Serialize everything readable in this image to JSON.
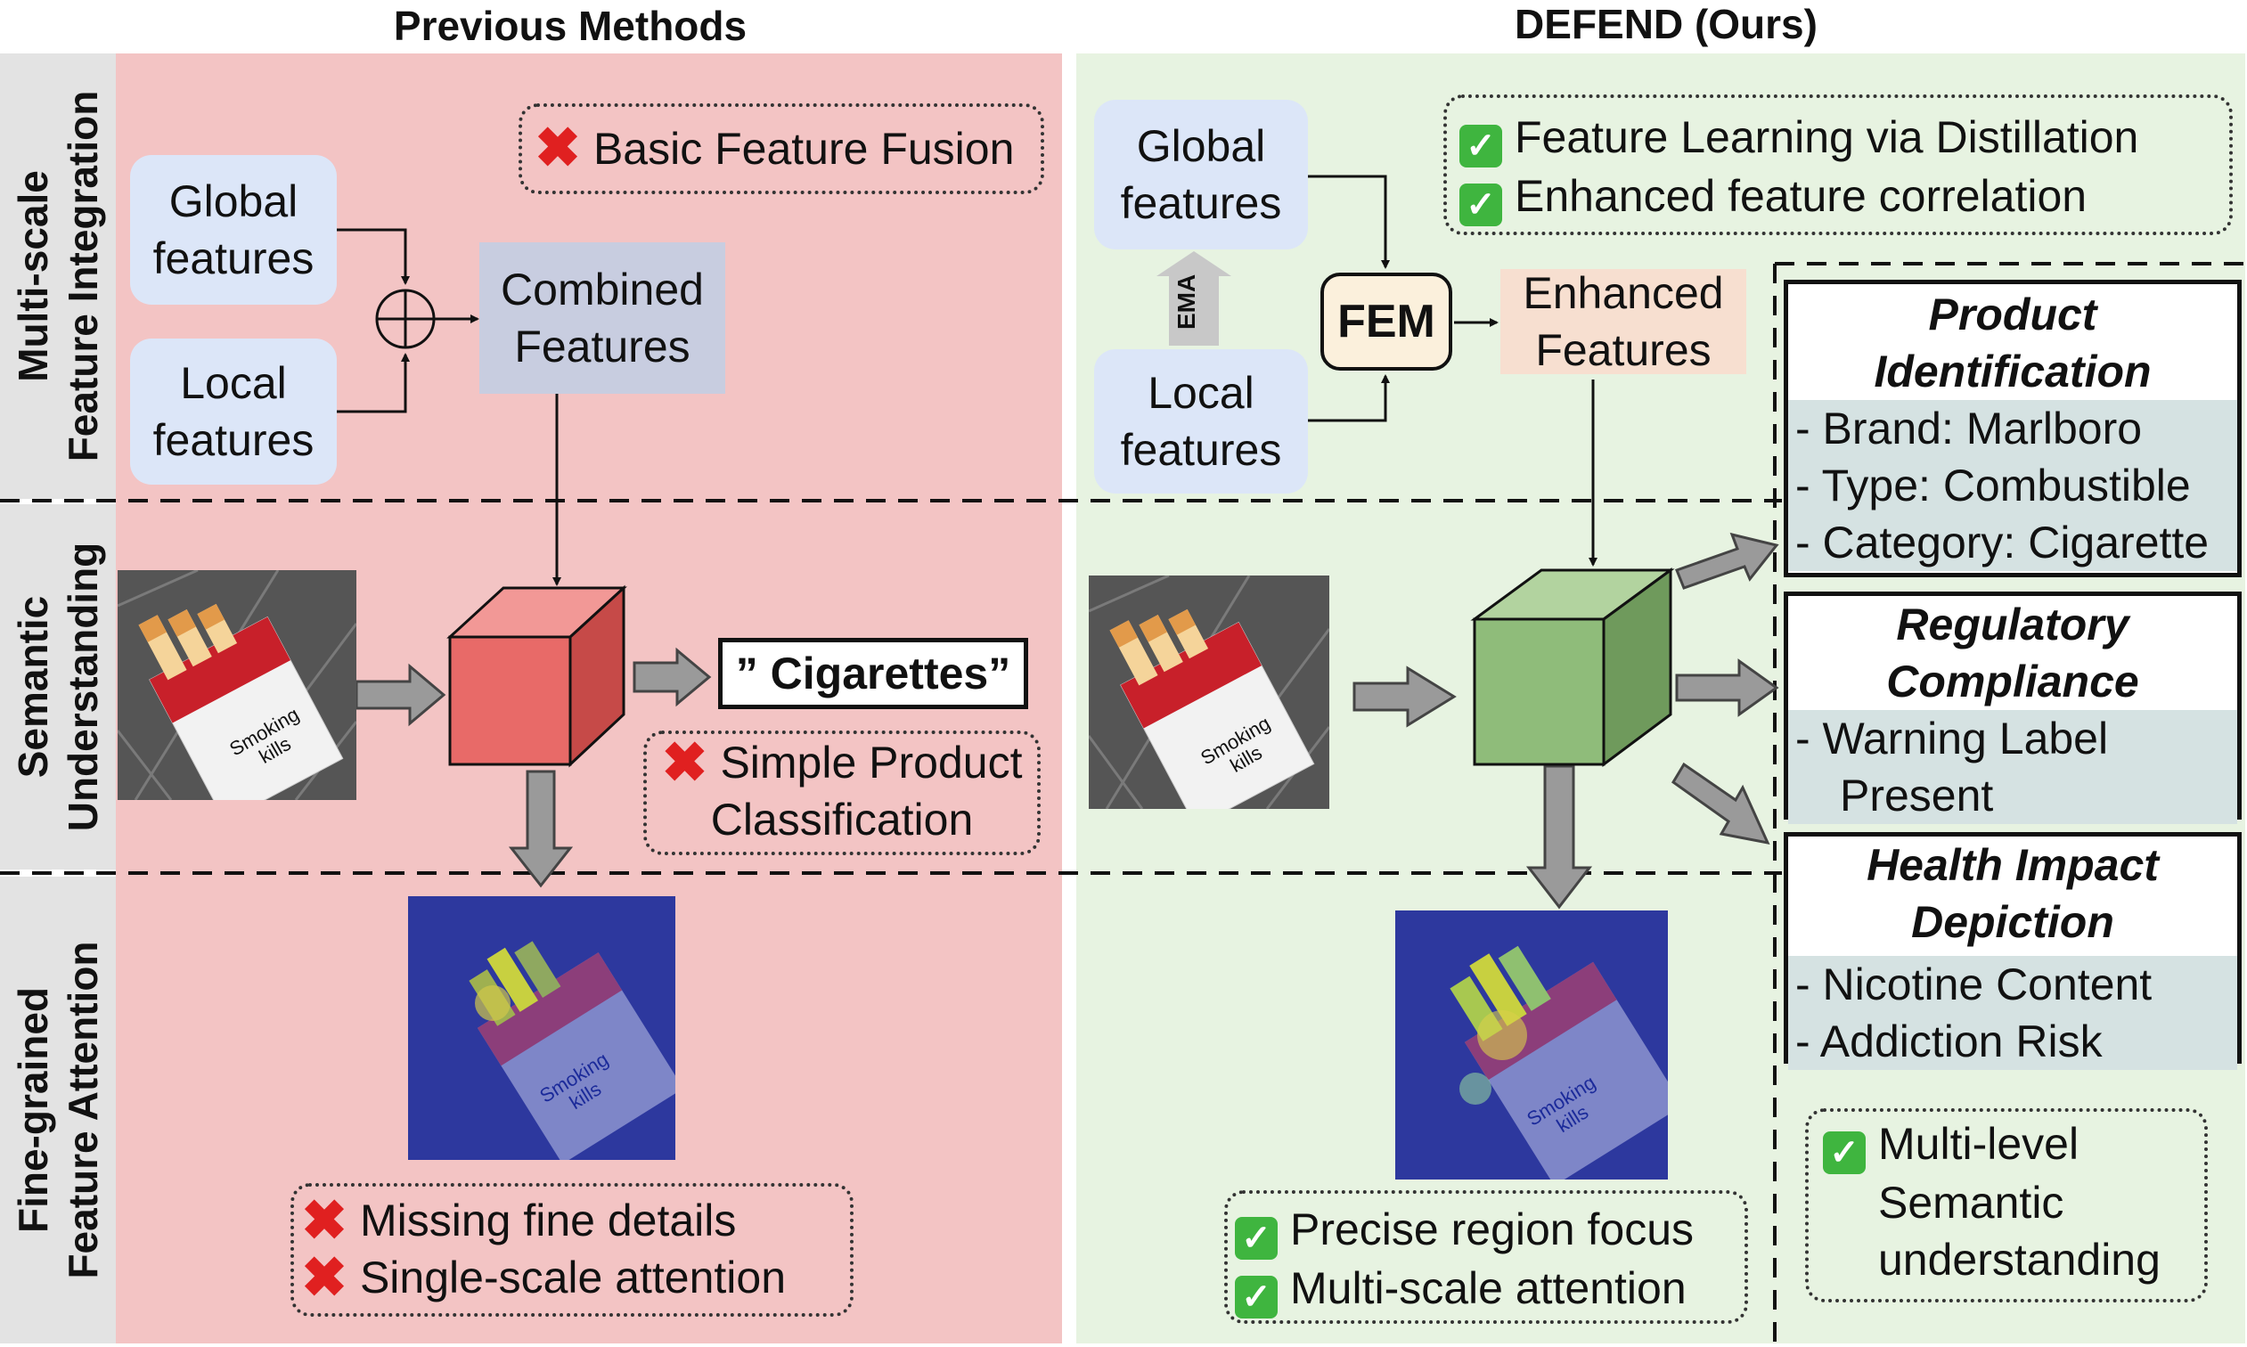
{
  "headers": {
    "previous": "Previous Methods",
    "defend": "DEFEND (Ours)"
  },
  "rows": {
    "multiscale": [
      "Multi-scale",
      "Feature Integration"
    ],
    "semantic": [
      "Semantic",
      "Understanding"
    ],
    "finegrained": [
      "Fine-grained",
      "Feature Attention"
    ]
  },
  "previous": {
    "global": [
      "Global",
      "features"
    ],
    "local": [
      "Local",
      "features"
    ],
    "combined": [
      "Combined",
      "Features"
    ],
    "basic_fusion": "Basic Feature Fusion",
    "output": "” Cigarettes”",
    "simple_class": [
      "Simple Product",
      "Classification"
    ],
    "missing_details": "Missing fine details",
    "single_scale": "Single-scale attention",
    "pack_text": [
      "Smoking",
      "kills"
    ]
  },
  "defend": {
    "global": [
      "Global",
      "features"
    ],
    "local": [
      "Local",
      "features"
    ],
    "ema": "EMA",
    "fem": "FEM",
    "enhanced": [
      "Enhanced",
      "Features"
    ],
    "advantages": [
      "Feature Learning via Distillation",
      "Enhanced feature correlation"
    ],
    "product": {
      "title": [
        "Product",
        "Identification"
      ],
      "items": [
        "- Brand: Marlboro",
        "- Type: Combustible",
        "- Category: Cigarette"
      ]
    },
    "regulatory": {
      "title": [
        "Regulatory",
        "Compliance"
      ],
      "items": [
        "- Warning Label",
        "Present"
      ]
    },
    "health": {
      "title": [
        "Health Impact",
        "Depiction"
      ],
      "items": [
        "- Nicotine Content",
        "- Addiction Risk"
      ]
    },
    "attention": [
      "Precise region focus",
      "Multi-scale attention"
    ],
    "multilevel": [
      "Multi-level",
      "Semantic",
      "understanding"
    ],
    "pack_text": [
      "Smoking",
      "kills"
    ]
  },
  "colors": {
    "left_bg": "#f3c4c4",
    "right_bg": "#e7f3e1",
    "red_cube": "#e86a68",
    "green_cube": "#8fbc7a",
    "blue_box": "#dce6f8",
    "combined_box": "#c8cde0",
    "enhanced_box": "#f7dfd0"
  }
}
